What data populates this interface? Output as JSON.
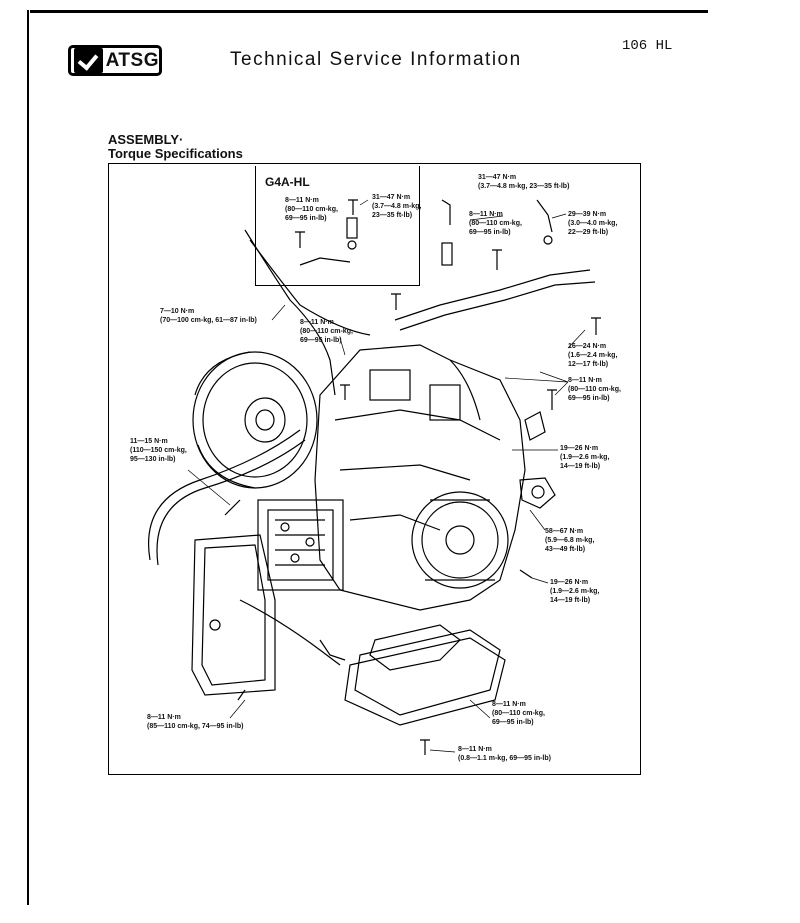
{
  "header": {
    "logo_text": "ATSG",
    "title": "Technical Service Information",
    "doc_number": "106 HL"
  },
  "section": {
    "heading": "ASSEMBLY",
    "subheading": "Torque Specifications"
  },
  "diagram": {
    "inset_title": "G4A-HL",
    "callouts": [
      {
        "id": "inset-a",
        "lines": [
          "8—11 N·m",
          "(80—110 cm-kg,",
          "69—95 in-lb)"
        ]
      },
      {
        "id": "inset-b",
        "lines": [
          "31—47 N·m",
          "(3.7—4.8 m-kg,",
          "23—35 ft-lb)"
        ]
      },
      {
        "id": "top-a",
        "lines": [
          "31—47 N·m",
          "(3.7—4.8 m-kg, 23—35 ft-lb)"
        ]
      },
      {
        "id": "top-b",
        "lines": [
          "8—11 N·m",
          "(80—110 cm-kg,",
          "69—95 in-lb)"
        ]
      },
      {
        "id": "right-a",
        "lines": [
          "29—39 N·m",
          "(3.0—4.0 m-kg,",
          "22—29 ft-lb)"
        ]
      },
      {
        "id": "left-a",
        "lines": [
          "7—10 N·m",
          "(70—100 cm-kg, 61—87 in-lb)"
        ]
      },
      {
        "id": "mid-a",
        "lines": [
          "8—11 N·m",
          "(80—110 cm-kg,",
          "69—95 in-lb)"
        ]
      },
      {
        "id": "right-b",
        "lines": [
          "16—24 N·m",
          "(1.6—2.4 m-kg,",
          "12—17 ft-lb)"
        ]
      },
      {
        "id": "right-c",
        "lines": [
          "8—11 N·m",
          "(80—110 cm-kg,",
          "69—95 in-lb)"
        ]
      },
      {
        "id": "left-b",
        "lines": [
          "11—15 N·m",
          "(110—150 cm-kg,",
          "95—130 in-lb)"
        ]
      },
      {
        "id": "right-d",
        "lines": [
          "19—26 N·m",
          "(1.9—2.6 m-kg,",
          "14—19 ft-lb)"
        ]
      },
      {
        "id": "right-e",
        "lines": [
          "58—67 N·m",
          "(5.9—6.8 m-kg,",
          "43—49 ft-lb)"
        ]
      },
      {
        "id": "right-f",
        "lines": [
          "19—26 N·m",
          "(1.9—2.6 m-kg,",
          "14—19 ft-lb)"
        ]
      },
      {
        "id": "bottom-a",
        "lines": [
          "8—11 N·m",
          "(85—110 cm-kg, 74—95 in-lb)"
        ]
      },
      {
        "id": "bottom-b",
        "lines": [
          "8—11 N·m",
          "(80—110 cm-kg,",
          "69—95 in-lb)"
        ]
      },
      {
        "id": "bottom-c",
        "lines": [
          "8—11 N·m",
          "(0.8—1.1 m-kg, 69—95 in-lb)"
        ]
      }
    ]
  }
}
